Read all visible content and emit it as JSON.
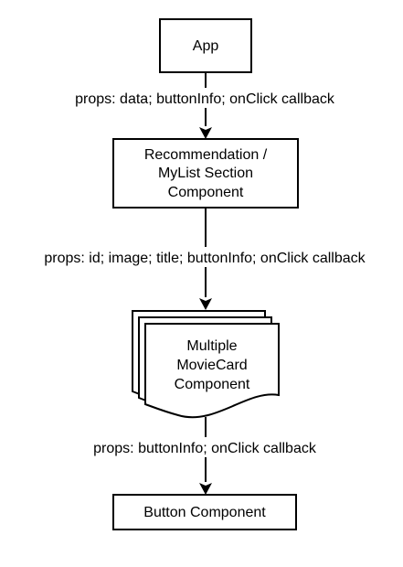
{
  "nodes": {
    "app": {
      "label": "App"
    },
    "section": {
      "lines": [
        "Recommendation /",
        "MyList Section",
        "Component"
      ]
    },
    "moviecard": {
      "lines": [
        "Multiple",
        "MovieCard",
        "Component"
      ]
    },
    "button": {
      "label": "Button Component"
    }
  },
  "edges": {
    "app_to_section": "props: data; buttonInfo; onClick callback",
    "section_to_moviecard": "props: id; image; title; buttonInfo; onClick callback",
    "moviecard_to_button": "props: buttonInfo; onClick callback"
  }
}
